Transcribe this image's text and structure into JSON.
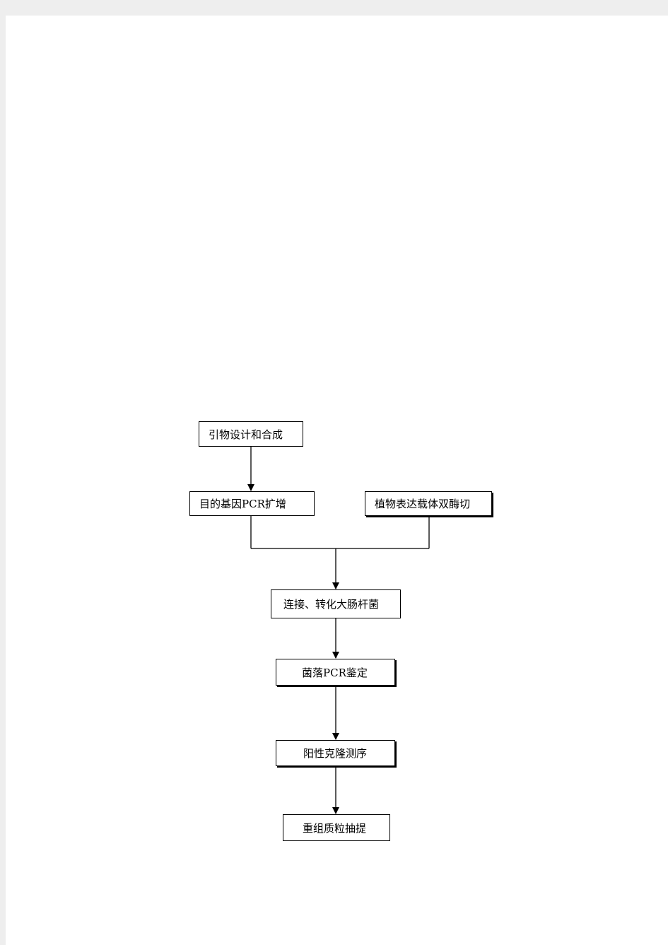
{
  "flowchart": {
    "steps": {
      "primer_design": "引物设计和合成",
      "gene_pcr": "目的基因PCR扩增",
      "vector_digest": "植物表达载体双酶切",
      "ligation_transform": "连接、转化大肠杆菌",
      "colony_pcr": "菌落PCR鉴定",
      "positive_sequencing": "阳性克隆测序",
      "plasmid_extraction": "重组质粒抽提"
    }
  }
}
